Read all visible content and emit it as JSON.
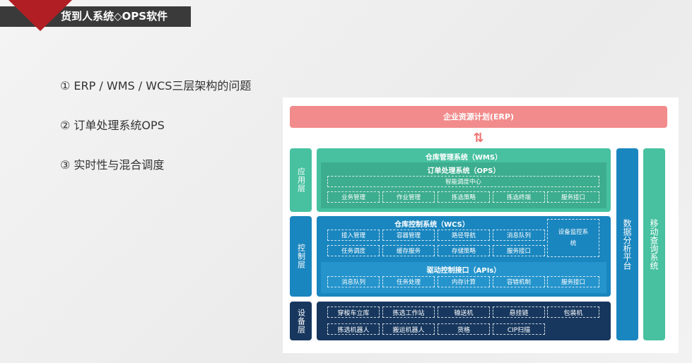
{
  "header": {
    "title": "货到人系统◇OPS软件"
  },
  "bullets": [
    "① ERP / WMS / WCS三层架构的问题",
    "② 订单处理系统OPS",
    "③ 实时性与混合调度"
  ],
  "diagram": {
    "erp": "企业资源计划(ERP)",
    "arrows": "⇅",
    "layers": {
      "app": "应用层",
      "control": "控制层",
      "device": "设备层"
    },
    "wms": {
      "title": "仓库管理系统（WMS）",
      "ops_title": "订单处理系统（OPS）",
      "center": "智能调度中心",
      "items": [
        "业务管理",
        "作业管理",
        "拣选策略",
        "拣选终端",
        "服务接口"
      ]
    },
    "wcs": {
      "title": "仓库控制系统（WCS）",
      "row1": [
        "接入管理",
        "容器管理",
        "路径导航",
        "消息队列"
      ],
      "row2": [
        "任务调度",
        "缓存服务",
        "存储策略",
        "服务接口"
      ],
      "monitor": "设备监控系统"
    },
    "apis": {
      "title": "驱动控制接口（APIs）",
      "items": [
        "消息队列",
        "任务处理",
        "内存计算",
        "容错机制",
        "服务接口"
      ]
    },
    "devices": {
      "row1": [
        "穿梭车立库",
        "拣选工作站",
        "输送机",
        "悬挂链",
        "包装机"
      ],
      "row2": [
        "拣选机器人",
        "搬运机器人",
        "货格",
        "CIP扫描"
      ]
    },
    "data_platform": "数据分析平台",
    "mobile": "移动查询系统"
  },
  "colors": {
    "erp": "#f28b8b",
    "green": "#47c1a0",
    "blue": "#1a86bf",
    "navy": "#17375e",
    "red": "#b11e23"
  }
}
